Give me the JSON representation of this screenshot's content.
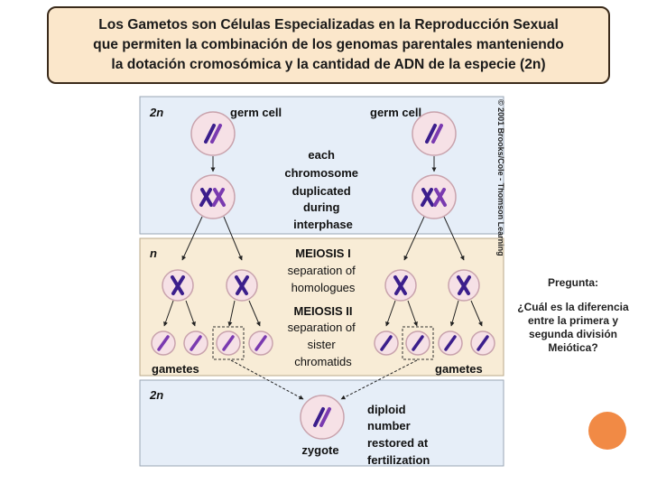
{
  "banner": {
    "line1": "Los Gametos son Células Especializadas en la Reproducción Sexual",
    "line2": "que permiten la combinación de los genomas parentales manteniendo",
    "line3": "la dotación cromosómica y la cantidad de ADN de la especie (2n)"
  },
  "diagram": {
    "panel_top_ploidy": "2n",
    "panel_mid_ploidy": "n",
    "panel_bottom_ploidy": "2n",
    "germ_cell_left": "germ cell",
    "germ_cell_right": "germ cell",
    "each_label": [
      "each",
      "chromosome",
      "duplicated",
      "during",
      "interphase"
    ],
    "meiosis1_title": "MEIOSIS I",
    "meiosis1_sub": [
      "separation of",
      "homologues"
    ],
    "meiosis2_title": "MEIOSIS II",
    "meiosis2_sub": [
      "separation of",
      "sister",
      "chromatids"
    ],
    "gametes_left": "gametes",
    "gametes_right": "gametes",
    "zygote": "zygote",
    "diploid": [
      "diploid",
      "number",
      "restored at",
      "fertilization"
    ],
    "copyright": "© 2001 Brooks/Cole - Thomson Learning"
  },
  "question": {
    "title": "Pregunta:",
    "lines": [
      "¿Cuál es la diferencia",
      "entre la primera y",
      "segunda división",
      "Meiótica?"
    ]
  },
  "colors": {
    "cell_fill": "#f6e1e6",
    "cell_stroke": "#c9a3ad",
    "chromosome": "#3b1e8c",
    "chromosome2": "#7a3ab0",
    "panel_top": "#e6eef8",
    "panel_mid": "#f8ecd6",
    "panel_bottom": "#e6eef8",
    "accent": "#f18a45"
  }
}
